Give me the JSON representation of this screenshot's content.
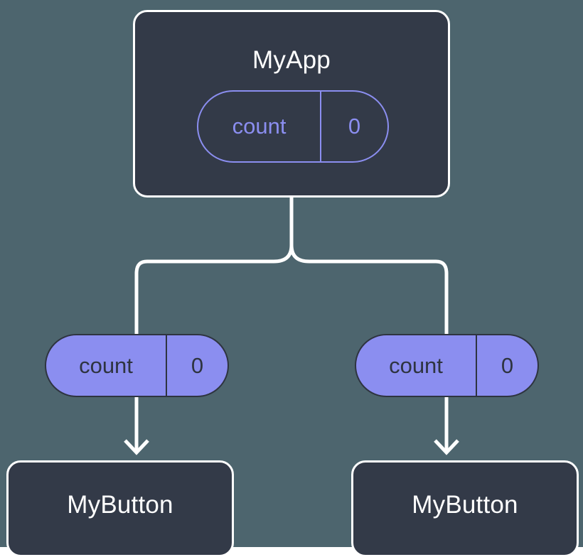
{
  "diagram": {
    "type": "component-tree",
    "background_color": "#4d656e",
    "node_fill": "#333a48",
    "node_border": "#ffffff",
    "accent_color": "#8b8ef0",
    "dark_text": "#2e3440",
    "light_text": "#ffffff",
    "root": {
      "name": "root-component",
      "title": "MyApp",
      "state": {
        "key": "count",
        "value": "0"
      }
    },
    "branches": [
      {
        "name": "branch-left",
        "prop": {
          "key": "count",
          "value": "0"
        },
        "child": {
          "name": "child-component-left",
          "title": "MyButton"
        }
      },
      {
        "name": "branch-right",
        "prop": {
          "key": "count",
          "value": "0"
        },
        "child": {
          "name": "child-component-right",
          "title": "MyButton"
        }
      }
    ]
  }
}
